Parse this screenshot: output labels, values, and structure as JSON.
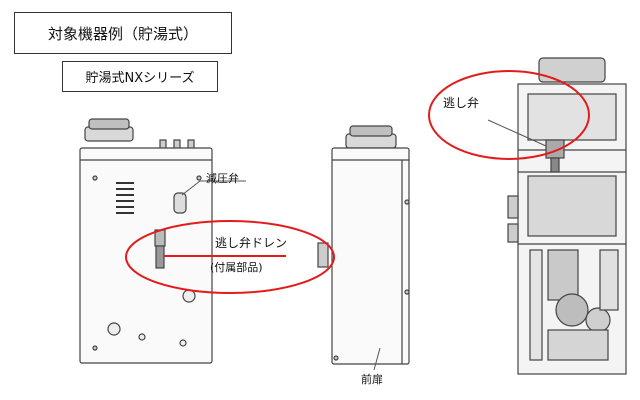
{
  "title": "対象機器例（貯湯式）",
  "subtitle": "貯湯式NXシリーズ",
  "labels": {
    "pressure_valve": "減圧弁",
    "relief_drain": "逃し弁ドレン",
    "accessory": "(付属部品)",
    "front_door": "前扉",
    "relief_valve": "逃し弁"
  },
  "colors": {
    "highlight": "#e41b1b",
    "line": "#444444"
  }
}
